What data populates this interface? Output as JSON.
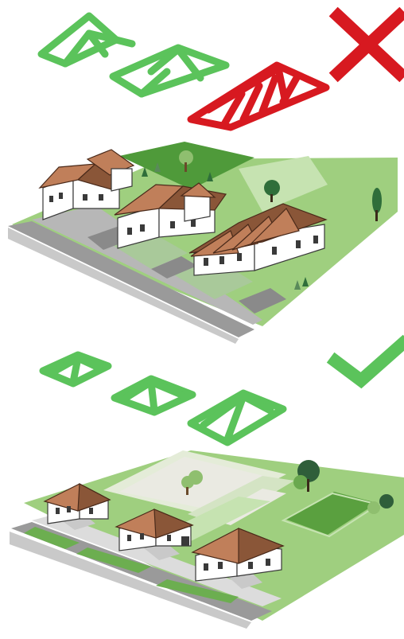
{
  "colors": {
    "good": "#5bc35b",
    "bad": "#d71920",
    "roof": "#c07f5a",
    "roof_dark": "#8a5638",
    "lawn": "#9fcf7f",
    "lawn_light": "#c6e3b1",
    "lawn_dark": "#4f9a3a",
    "road": "#c9c9c9"
  },
  "icons": {
    "bad_marker": "cross-icon",
    "good_marker": "checkmark-icon"
  },
  "panels": [
    {
      "name": "non-uniform-roofs",
      "verdict": "wrong",
      "roof_outlines": 3
    },
    {
      "name": "uniform-roofs",
      "verdict": "right",
      "roof_outlines": 3
    }
  ]
}
